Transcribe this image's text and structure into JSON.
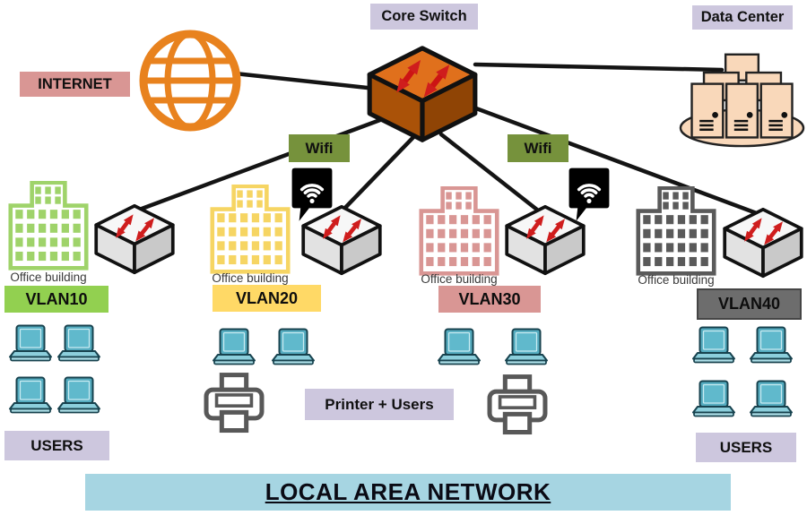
{
  "banner": {
    "title": "LOCAL AREA NETWORK"
  },
  "labels": {
    "internet": "INTERNET",
    "core_switch": "Core Switch",
    "data_center": "Data Center",
    "wifi": "Wifi",
    "office_building": "Office building",
    "users": "USERS",
    "printer_users": "Printer + Users"
  },
  "vlans": [
    {
      "name": "VLAN10",
      "box_color": "#92d050",
      "building_color": "#9fd36a"
    },
    {
      "name": "VLAN20",
      "box_color": "#ffd966",
      "building_color": "#f6d563"
    },
    {
      "name": "VLAN30",
      "box_color": "#d99694",
      "building_color": "#d99694"
    },
    {
      "name": "VLAN40",
      "box_color": "#6d6d6d",
      "building_color": "#5a5a5a"
    }
  ],
  "colors": {
    "label_lavender": "#cdc7de",
    "internet_rose": "#d99694",
    "wifi_green": "#76923c",
    "banner_blue": "#a6d5e2",
    "globe_orange": "#e8821e",
    "core_switch_orange": "#dd6f16",
    "switch_gray": "#e3e3e3",
    "arrow_red": "#cf1d1d",
    "laptop_teal": "#58aec2",
    "printer_gray": "#585858",
    "server_peach": "#f9d8ba",
    "line_black": "#141414"
  },
  "icons": {
    "globe": "internet-globe-icon",
    "core_switch": "core-switch-icon",
    "access_switch": "switch-icon",
    "wifi_bubble": "wifi-signal-icon",
    "building": "office-building-icon",
    "laptop": "laptop-icon",
    "printer": "printer-icon",
    "data_center": "server-rack-icon"
  }
}
